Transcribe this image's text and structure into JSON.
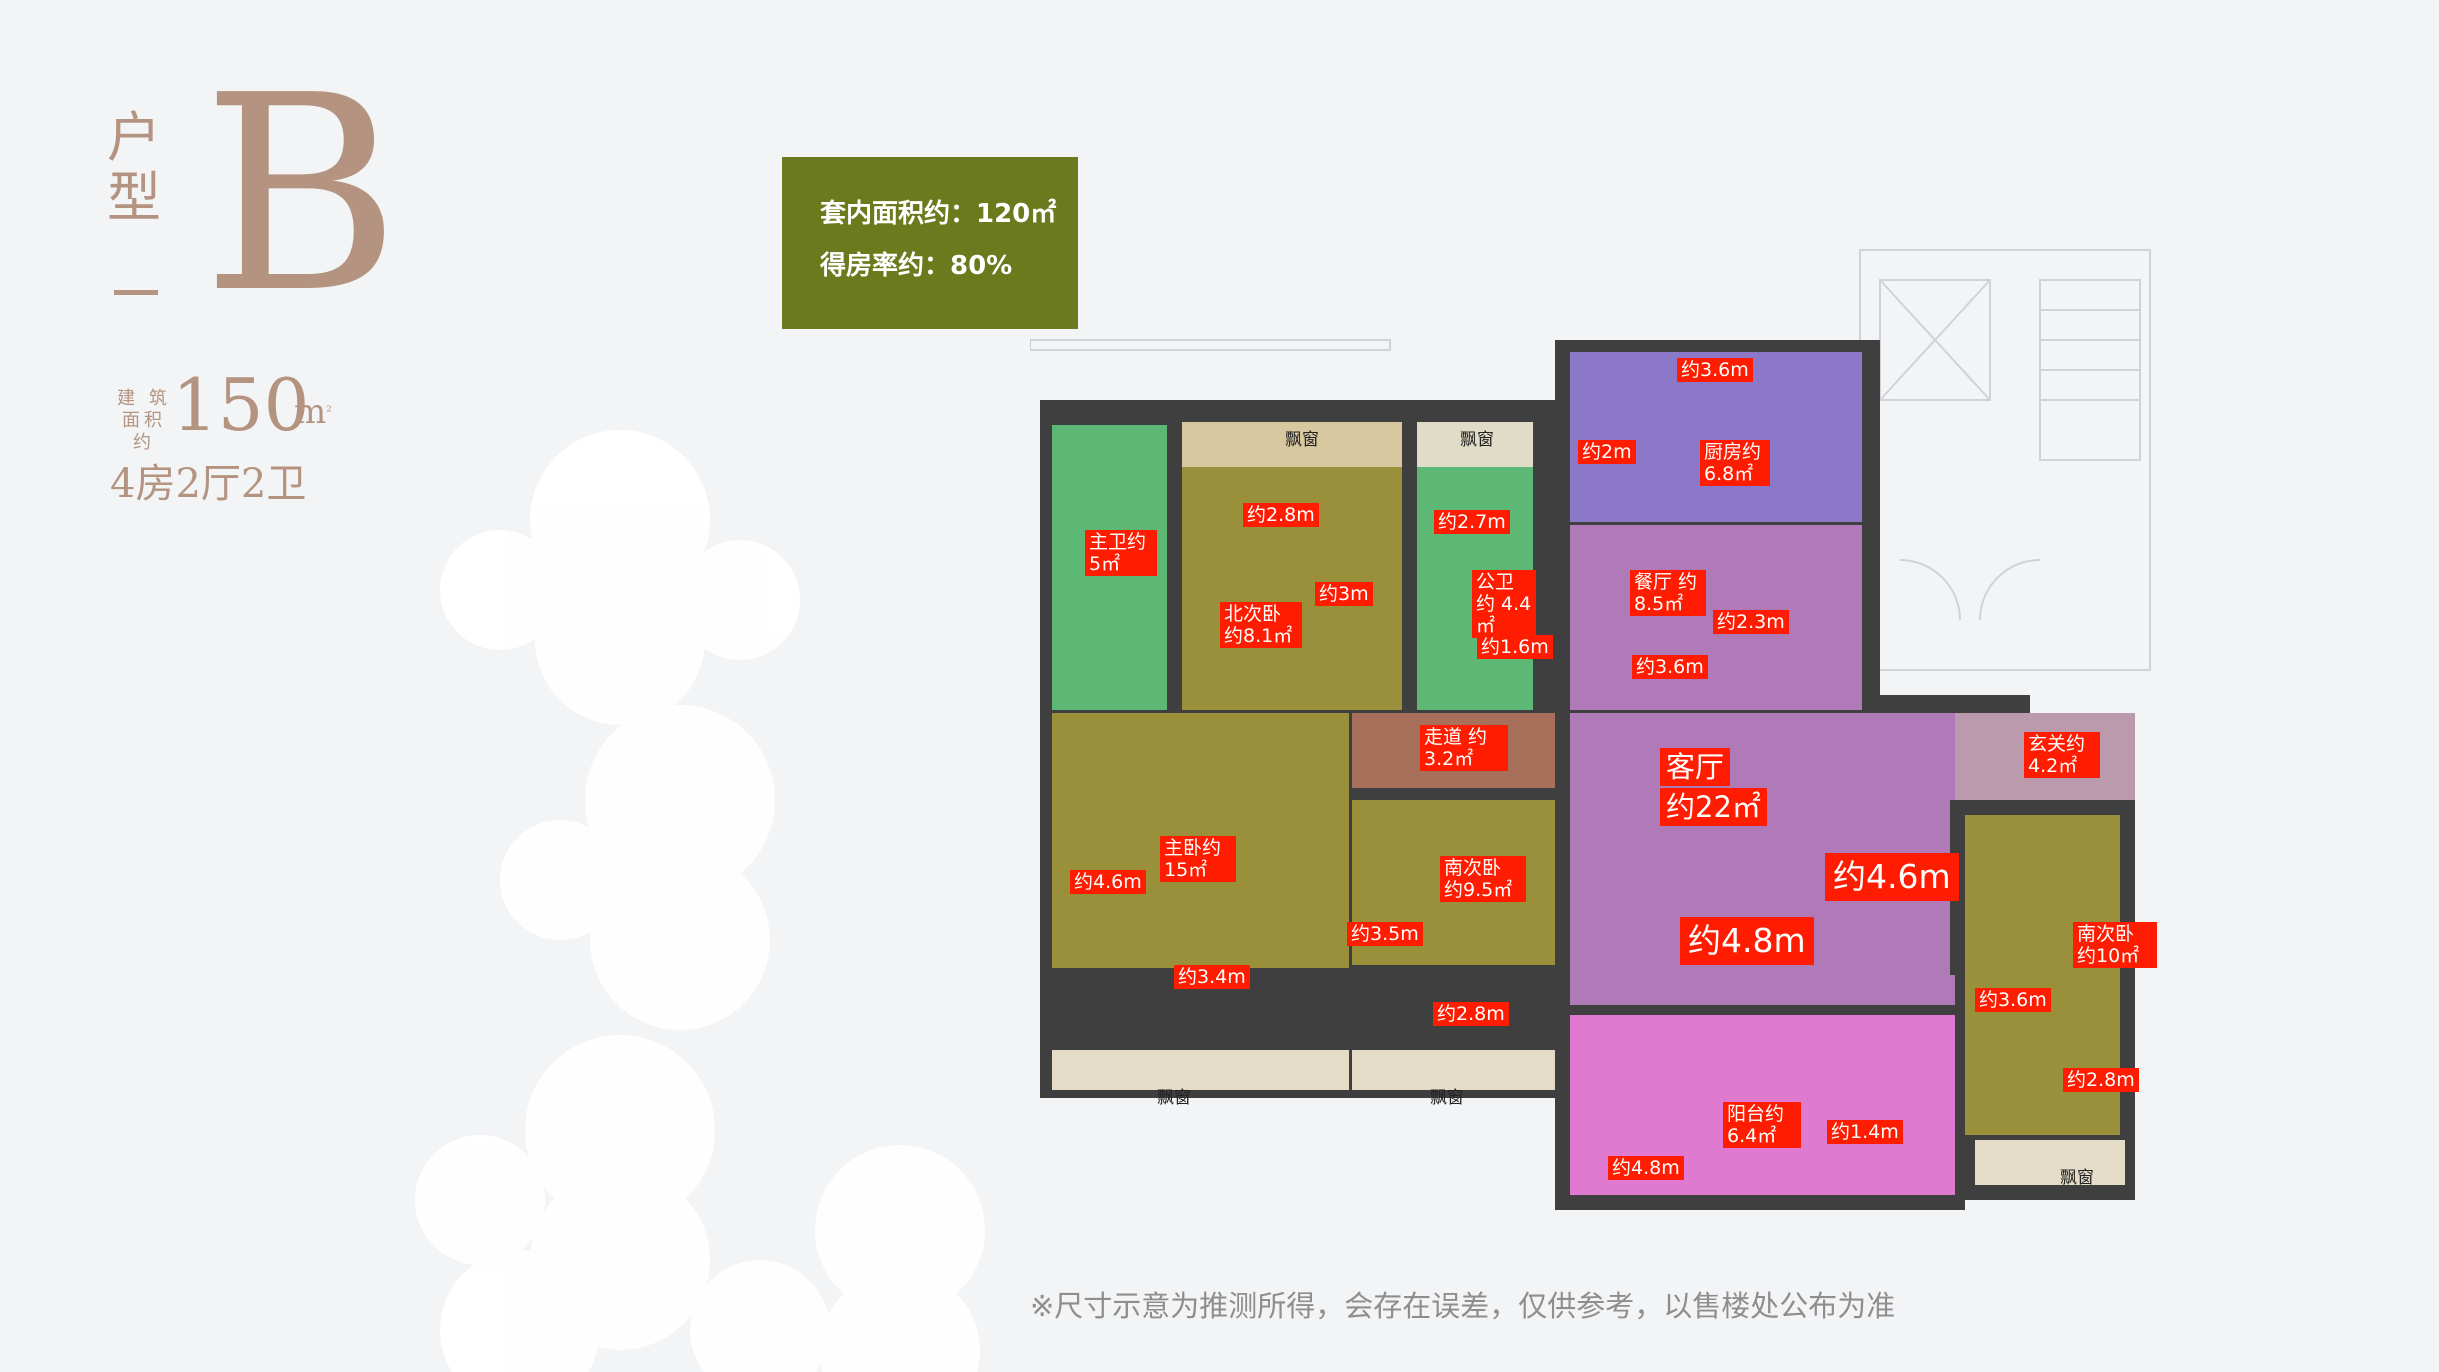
{
  "header": {
    "type_label": "户型",
    "type_letter": "B",
    "area_label": "建 筑 面积约",
    "area_value": "150",
    "area_unit": "m",
    "area_unit_sup": "²",
    "layout": "4房2厅2卫"
  },
  "info": {
    "line1": "套内面积约：120㎡",
    "line2": "得房率约：80%"
  },
  "plan": {
    "rooms": {
      "kitchen": "厨房约 6.8㎡",
      "dining": "餐厅 约8.5㎡",
      "master_bath": "主卫约 5㎡",
      "north_bedroom": "北次卧 约8.1㎡",
      "public_bath": "公卫约 4.4㎡",
      "corridor": "走道 约3.2㎡",
      "living_name": "客厅",
      "living_area": "约22㎡",
      "foyer": "玄关约 4.2㎡",
      "master_bedroom": "主卧约 15㎡",
      "south_bedroom_1": "南次卧 约9.5㎡",
      "south_bedroom_2": "南次卧 约10㎡",
      "balcony": "阳台约 6.4㎡"
    },
    "dims": {
      "kitchen_w": "约3.6m",
      "kitchen_h": "约2m",
      "dining_h": "约2.3m",
      "dining_w": "约3.6m",
      "north_w": "约2.8m",
      "north_h": "约3m",
      "bath_h": "约2.7m",
      "bath_w": "约1.6m",
      "master_h": "约4.6m",
      "master_w": "约3.4m",
      "south1_h": "约3.5m",
      "south1_w": "约2.8m",
      "living_h": "约4.6m",
      "living_w": "约4.8m",
      "south2_h": "约3.6m",
      "south2_w": "约2.8m",
      "balcony_w": "约4.8m",
      "balcony_h": "约1.4m"
    },
    "windows": {
      "north_bay": "飘窗",
      "bath_window": "飘窗",
      "master_bay": "飘窗",
      "south1_bay": "飘窗",
      "south2_bay": "飘窗"
    }
  },
  "footer": {
    "disclaimer": "※尺寸示意为推测所得，会存在误差，仅供参考，以售楼处公布为准"
  },
  "colors": {
    "accent_brown": "#b49480",
    "info_green": "#6a7a1c",
    "label_red": "#ff1c00",
    "room_olive": "#9a8f3a",
    "room_green": "#5cb874",
    "room_purple": "#b07ab8",
    "room_violet": "#8c78c8",
    "room_brown": "#a8705a"
  }
}
